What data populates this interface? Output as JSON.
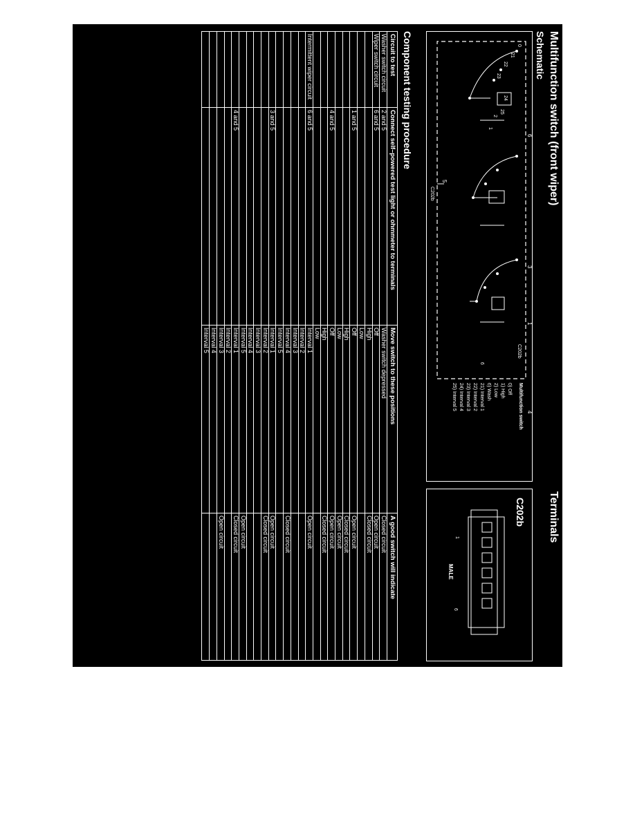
{
  "page": {
    "title": "Multifunction switch (front wiper)",
    "schematic_heading": "Schematic",
    "terminals_heading": "Terminals",
    "component_heading": "Component testing procedure"
  },
  "schematic": {
    "connector_label": "C202b",
    "terminal_numbers": [
      "6",
      "3",
      "1",
      "4",
      "2",
      "5"
    ],
    "legend_title": "Multifunction switch",
    "legend": [
      "0)  Off",
      "1)  High",
      "2)  Low",
      "6)  Wash",
      "21)  Interval 1",
      "22)  Interval 2",
      "23)  Interval 3",
      "24)  Interval 4",
      "25)  Interval 5"
    ],
    "position_labels": [
      "0",
      "21",
      "22",
      "23",
      "24",
      "25",
      "2",
      "1",
      "6"
    ]
  },
  "terminals": {
    "connector": "C202b",
    "pin_first": "1",
    "pin_last": "6",
    "gender": "MALE"
  },
  "table": {
    "headers": [
      "Circuit to test",
      "Connect self–powered test light or ohmmeter to terminals",
      "Move switch to these positions",
      "A good switch will indicate"
    ],
    "rows": [
      {
        "circuit": "Washer switch circuit",
        "terminals": "2 and 5",
        "position": "Washer switch depressed",
        "result": "Closed circuit"
      },
      {
        "circuit": "Wiper switch circuit",
        "terminals": "6 and 5",
        "position": "Off",
        "result": "Open circuit"
      },
      {
        "circuit": "",
        "terminals": "",
        "position": "High",
        "result": "Closed circuit"
      },
      {
        "circuit": "",
        "terminals": "",
        "position": "Low",
        "result": ""
      },
      {
        "circuit": "",
        "terminals": "1 and 5",
        "position": "Off",
        "result": "Open circuit"
      },
      {
        "circuit": "",
        "terminals": "",
        "position": "High",
        "result": "Closed circuit"
      },
      {
        "circuit": "",
        "terminals": "",
        "position": "Low",
        "result": "Open circuit"
      },
      {
        "circuit": "",
        "terminals": "4 and 5",
        "position": "Off",
        "result": "Open circuit"
      },
      {
        "circuit": "",
        "terminals": "",
        "position": "High",
        "result": "Closed circuit"
      },
      {
        "circuit": "",
        "terminals": "",
        "position": "Low",
        "result": ""
      },
      {
        "circuit": "Intermittent wiper circuit",
        "terminals": "6 and 5",
        "position": "Interval 1",
        "result": "Open circuit"
      },
      {
        "circuit": "",
        "terminals": "",
        "position": "Interval 2",
        "result": ""
      },
      {
        "circuit": "",
        "terminals": "",
        "position": "Interval 3",
        "result": ""
      },
      {
        "circuit": "",
        "terminals": "",
        "position": "Interval 4",
        "result": "Closed circuit"
      },
      {
        "circuit": "",
        "terminals": "",
        "position": "Interval 5",
        "result": ""
      },
      {
        "circuit": "",
        "terminals": "3 and 5",
        "position": "Interval 1",
        "result": "Open circuit"
      },
      {
        "circuit": "",
        "terminals": "",
        "position": "Interval 2",
        "result": "Closed circuit"
      },
      {
        "circuit": "",
        "terminals": "",
        "position": "Interval 3",
        "result": ""
      },
      {
        "circuit": "",
        "terminals": "",
        "position": "Interval 4",
        "result": ""
      },
      {
        "circuit": "",
        "terminals": "",
        "position": "Interval 5",
        "result": "Open circuit"
      },
      {
        "circuit": "",
        "terminals": "4 and 5",
        "position": "Interval 1",
        "result": "Closed circuit"
      },
      {
        "circuit": "",
        "terminals": "",
        "position": "Interval 2",
        "result": ""
      },
      {
        "circuit": "",
        "terminals": "",
        "position": "Interval 3",
        "result": "Open circuit"
      },
      {
        "circuit": "",
        "terminals": "",
        "position": "Interval 4",
        "result": ""
      },
      {
        "circuit": "",
        "terminals": "",
        "position": "Interval 5",
        "result": ""
      }
    ]
  }
}
